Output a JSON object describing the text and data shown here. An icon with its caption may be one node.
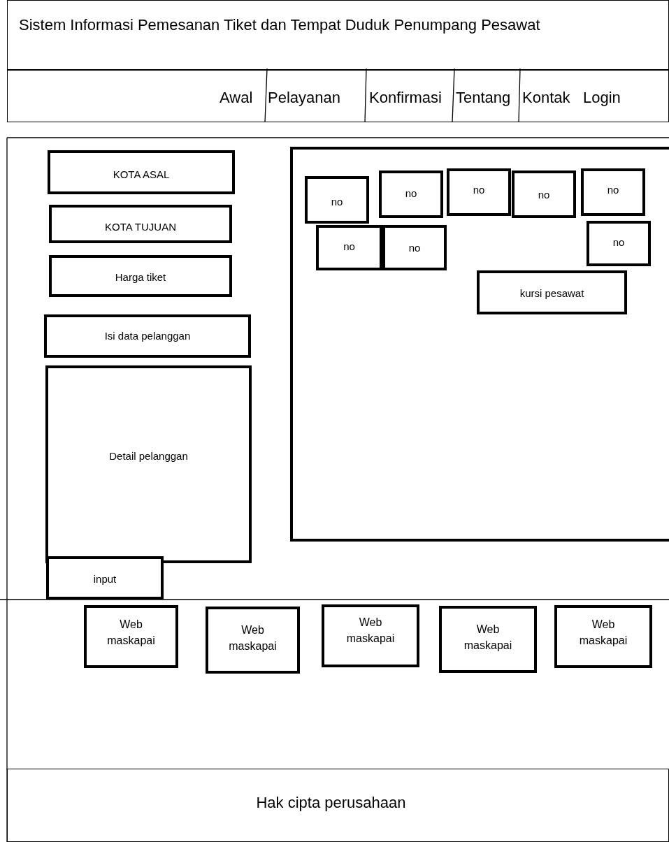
{
  "diagram": {
    "nodes": [
      {
        "text": [
          "Sistem Informasi Pemesanan Tiket dan Tempat Duduk Penumpang Pesawat"
        ]
      },
      {
        "text": [
          "Awal",
          "Pelayanan",
          "Konfirmasi",
          "Tentang",
          "Kontak",
          "Login"
        ]
      },
      {
        "text": [
          "KOTA ASAL"
        ]
      },
      {
        "text": [
          "KOTA TUJUAN"
        ]
      },
      {
        "text": [
          "Harga tiket"
        ]
      },
      {
        "text": [
          "Isi data pelanggan"
        ]
      },
      {
        "text": [
          "Detail pelanggan"
        ]
      },
      {
        "text": [
          "input"
        ]
      },
      {
        "text": [],
        "shape": "box"
      },
      {
        "text": [
          "no"
        ],
        "in": 8
      },
      {
        "text": [
          "no"
        ],
        "in": 8
      },
      {
        "text": [
          "no"
        ],
        "in": 8
      },
      {
        "text": [
          "no"
        ],
        "in": 8
      },
      {
        "text": [
          "no"
        ],
        "in": 8
      },
      {
        "text": [
          "no"
        ],
        "in": 8
      },
      {
        "text": [
          "no"
        ],
        "in": 8
      },
      {
        "text": [
          "no"
        ],
        "in": 8
      },
      {
        "text": [
          "kursi pesawat"
        ],
        "in": 8
      },
      {
        "text": [
          "Web maskapai"
        ]
      },
      {
        "text": [
          "Web maskapai"
        ]
      },
      {
        "text": [
          "Web maskapai"
        ]
      },
      {
        "text": [
          "Web maskapai"
        ]
      },
      {
        "text": [
          "Web maskapai"
        ]
      },
      {
        "text": [
          "Hak cipta perusahaan"
        ]
      }
    ],
    "edges": []
  }
}
